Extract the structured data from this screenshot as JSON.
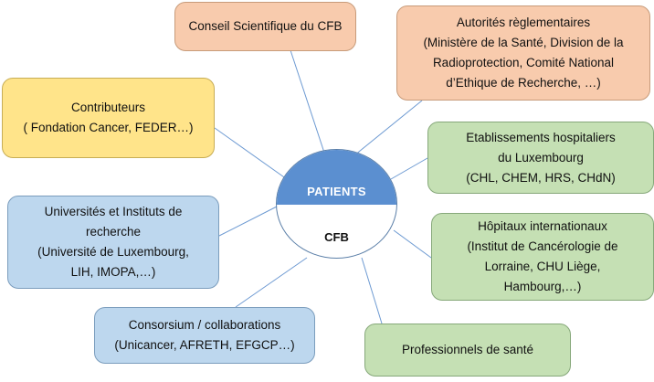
{
  "hub": {
    "band_label": "PATIENTS",
    "label": "CFB"
  },
  "nodes": {
    "conseil": {
      "lines": [
        "Conseil Scientifique du CFB"
      ]
    },
    "autorites": {
      "lines": [
        "Autorités règlementaires",
        "(Ministère de la Santé, Division de la",
        "Radioprotection, Comité National",
        "d’Ethique de Recherche, …)"
      ]
    },
    "contributeurs": {
      "lines": [
        "Contributeurs",
        "( Fondation Cancer, FEDER…)"
      ]
    },
    "etablissements": {
      "lines": [
        "Etablissements hospitaliers",
        "du Luxembourg",
        "(CHL, CHEM, HRS, CHdN)"
      ]
    },
    "universites": {
      "lines": [
        "Universités et Instituts de",
        "recherche",
        "(Université de Luxembourg,",
        "LIH, IMOPA,…)"
      ]
    },
    "hopitaux": {
      "lines": [
        "Hôpitaux internationaux",
        "(Institut de Cancérologie de",
        "Lorraine, CHU Liège,",
        "Hambourg,…)"
      ]
    },
    "consortium": {
      "lines": [
        "Consorsium / collaborations",
        "(Unicancer, AFRETH, EFGCP…)"
      ]
    },
    "professionnels": {
      "lines": [
        "Professionnels de santé"
      ]
    }
  },
  "colors": {
    "orange": "#f8cbad",
    "yellow": "#ffe48a",
    "blue": "#bdd7ee",
    "green": "#c5e0b4",
    "hub_band": "#5b8fd0",
    "connector": "#5b8fd0"
  }
}
